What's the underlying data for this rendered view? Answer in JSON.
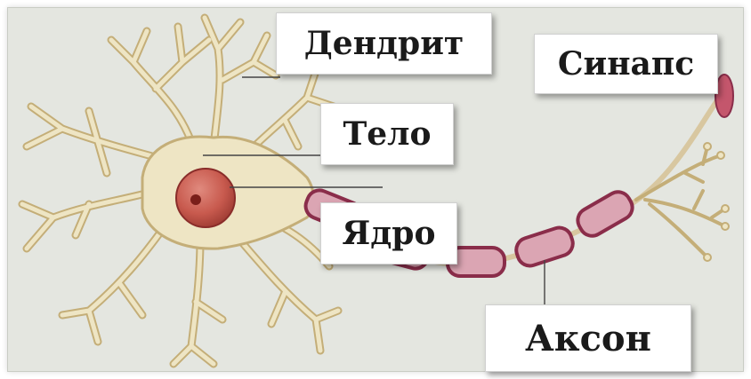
{
  "labels": {
    "dendrite": "Дендрит",
    "synapse": "Синапс",
    "body": "Тело",
    "nucleus": "Ядро",
    "axon": "Аксон"
  },
  "colors": {
    "background": "#e4e6e0",
    "cell_body": "#eee5c4",
    "cell_outline": "#c4ae78",
    "nucleus": "#c85a4e",
    "myelin": "#dba5b3",
    "myelin_outline": "#8a2d4a",
    "axon_core": "#d8c7a0"
  }
}
